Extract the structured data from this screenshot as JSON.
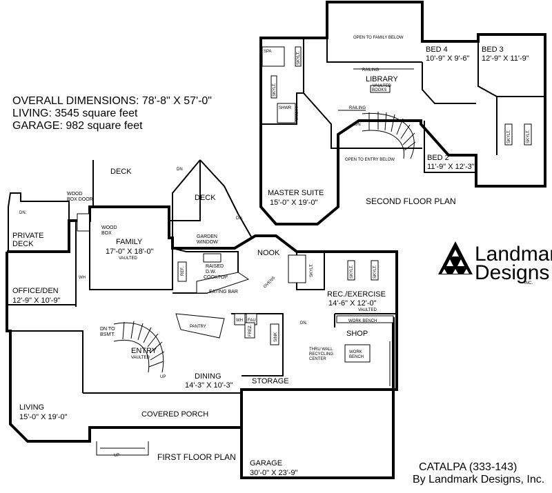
{
  "summary": {
    "overall": "OVERALL DIMENSIONS: 78'-8\" X 57'-0\"",
    "living": "LIVING: 3545 square feet",
    "garage": "GARAGE: 982 square feet"
  },
  "second_floor": {
    "title": "SECOND FLOOR PLAN",
    "master": {
      "name": "MASTER SUITE",
      "dims": "15'-0\" X 19'-0\""
    },
    "bed2": {
      "name": "BED 2",
      "dims": "11'-9\" X 12'-3\""
    },
    "bed3": {
      "name": "BED 3",
      "dims": "12'-9\" X 11'-9\""
    },
    "bed4": {
      "name": "BED 4",
      "dims": "10'-9\" X 9'-6\""
    },
    "library": {
      "name": "LIBRARY",
      "note": "VAULTED",
      "books": "BOOKS"
    },
    "open_family": "OPEN TO FAMILY BELOW",
    "open_entry": "OPEN TO ENTRY BELOW",
    "railing_1": "RAILING",
    "railing_2": "RAILING",
    "dn": "DN",
    "spa": "SPA",
    "shwr": "SHWR",
    "vanity": "VANITY",
    "skylt_1": "SKYLT.",
    "skylt_2": "SKYLT.",
    "skylt_3": "SKYLT.",
    "skylt_4": "SKYLT."
  },
  "first_floor": {
    "title": "FIRST FLOOR PLAN",
    "family": {
      "name": "FAMILY",
      "dims": "17'-0\" X 18'-0\"",
      "note": "VAULTED"
    },
    "office": {
      "name": "OFFICE/DEN",
      "dims": "12'-9\" X 10'-9\""
    },
    "living": {
      "name": "LIVING",
      "dims": "15'-0\" X 19'-0\""
    },
    "entry": {
      "name": "ENTRY",
      "note": "VAULTED"
    },
    "dining": {
      "name": "DINING",
      "dims": "14'-3\" X 10'-3\""
    },
    "rec": {
      "name": "REC./EXERCISE",
      "dims": "14'-6\" X 12'-0\"",
      "note": "VAULTED"
    },
    "garage": {
      "name": "GARAGE",
      "dims": "30'-0\" X 23'-9\""
    },
    "shop": "SHOP",
    "storage": "STORAGE",
    "pantry": "PANTRY",
    "nook": "NOOK",
    "covered_porch": "COVERED PORCH",
    "private_deck": {
      "line1": "PRIVATE",
      "line2": "DECK"
    },
    "deck_1": "DECK",
    "deck_2": "DECK",
    "wood_box_door": {
      "line1": "WOOD",
      "line2": "BOX DOOR"
    },
    "wood_box": {
      "line1": "WOOD",
      "line2": "BOX"
    },
    "garden_window": {
      "line1": "GARDEN",
      "line2": "WINDOW"
    },
    "raised_dw": {
      "line1": "RAISED",
      "line2": "D.W."
    },
    "cooktop": "COOKTOP",
    "eating_bar": "EATING BAR",
    "ref": "REF.",
    "ovens": "OVENS",
    "wh": "WH",
    "fau": "FAU",
    "frez": "FREZ.",
    "sink": "SINK",
    "work_bench_1": "WORK BENCH",
    "work_bench_2": {
      "line1": "WORK",
      "line2": "BENCH"
    },
    "recycling": {
      "line1": "THRU WALL",
      "line2": "RECYCLING",
      "line3": "CENTER"
    },
    "dn_bsmt": {
      "line1": "DN TO",
      "line2": "BSM'T."
    },
    "up_1": "UP",
    "up_2": "UP",
    "dn_1": "DN",
    "dn_2": "DN.",
    "dn_3": "DN.",
    "dn_4": "DN.",
    "skylt_1": "SKYLT.",
    "skylt_2": "SKYLT.",
    "skylt_3": "SKYLT."
  },
  "brand": {
    "line1": "Landmark",
    "line2": "Designs",
    "suffix": "INC."
  },
  "caption": {
    "line1": "CATALPA (333-143)",
    "line2": "By Landmark Designs, Inc."
  }
}
